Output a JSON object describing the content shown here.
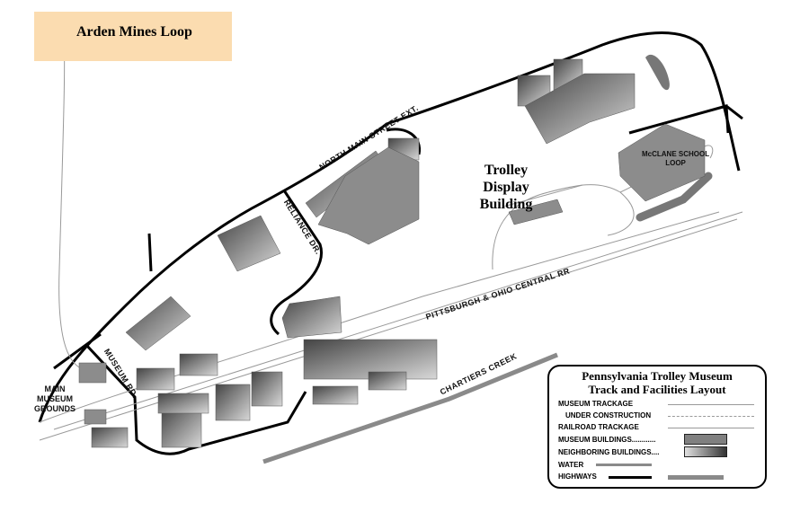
{
  "map": {
    "arden_mines_loop": "Arden Mines Loop",
    "trolley_display_building": [
      "Trolley",
      "Display",
      "Building"
    ],
    "mcclane_school_loop": [
      "McCLANE SCHOOL",
      "LOOP"
    ],
    "main_museum_grounds": [
      "MAIN",
      "MUSEUM",
      "GROUNDS"
    ],
    "roads": {
      "north_main_street_ext": "NORTH MAIN STREET EXT.",
      "reliance_dr": "RELIANCE DR.",
      "museum_rd": "MUSEUM RD.",
      "pittsburgh_ohio_central_rr": "PITTSBURGH & OHIO CENTRAL RR",
      "chartiers_creek": "CHARTIERS CREEK"
    }
  },
  "legend": {
    "title_line1": "Pennsylvania Trolley Museum",
    "title_line2": "Track and Facilities Layout",
    "items": [
      {
        "label": "MUSEUM TRACKAGE",
        "style": "line",
        "color": "#999999"
      },
      {
        "label": "UNDER CONSTRUCTION",
        "style": "dashed",
        "color": "#999999"
      },
      {
        "label": "RAILROAD TRACKAGE",
        "style": "line",
        "color": "#999999"
      },
      {
        "label": "MUSEUM BUILDINGS............",
        "style": "box",
        "color": "#808080"
      },
      {
        "label": "NEIGHBORING BUILDINGS....",
        "style": "gradient-box",
        "color": "#555555"
      },
      {
        "label": "WATER",
        "style": "thick-line",
        "color": "#8a8a8a"
      },
      {
        "label": "HIGHWAYS",
        "style": "highway",
        "color": "#000000"
      }
    ]
  },
  "colors": {
    "highway": "#000000",
    "water": "#8a8a8a",
    "museum_building": "#8c8c8c",
    "label_box": "#fbdcb0"
  }
}
